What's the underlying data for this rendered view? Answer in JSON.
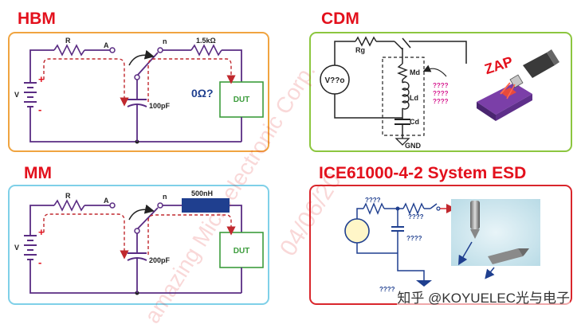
{
  "colors": {
    "title_red": "#e3101c",
    "hbm_border": "#f0a440",
    "mm_border": "#7fd0e8",
    "cdm_border": "#8cc63f",
    "ice_border": "#d9262c",
    "wire": "#5a2c83",
    "dashed": "#c0282e",
    "dut_green": "#3c9c3c",
    "inductor_blue": "#1f3f8f",
    "question_magenta": "#d4148c"
  },
  "hbm": {
    "title": "HBM",
    "r_label": "R",
    "a_label": "A",
    "n_label": "n",
    "resistor_label": "1.5kΩ",
    "v_label": "V",
    "plus": "+",
    "minus": "-",
    "cap_label": "100pF",
    "zero_ohm": "0Ω?",
    "dut_label": "DUT"
  },
  "mm": {
    "title": "MM",
    "r_label": "R",
    "a_label": "A",
    "n_label": "n",
    "inductor_label": "500nH",
    "v_label": "V",
    "plus": "+",
    "minus": "-",
    "cap_label": "200pF",
    "dut_label": "DUT"
  },
  "cdm": {
    "title": "CDM",
    "rg_label": "Rg",
    "source_label": "V??o",
    "md_label": "Md",
    "ld_label": "Ld",
    "cd_label": "Cd",
    "gnd_label": "GND",
    "q1": "????",
    "q2": "????",
    "q3": "????",
    "zap_label": "ZAP"
  },
  "ice": {
    "title": "ICE61000-4-2 System ESD",
    "r_top": "????",
    "r_mid": "????",
    "c_label": "????",
    "gnd_label": "????"
  },
  "watermark": {
    "text1": "amazing Microelectronic Corp.",
    "text2": "04/06/20"
  },
  "footer": {
    "text": "知乎 @KOYUELEC光与电子"
  }
}
